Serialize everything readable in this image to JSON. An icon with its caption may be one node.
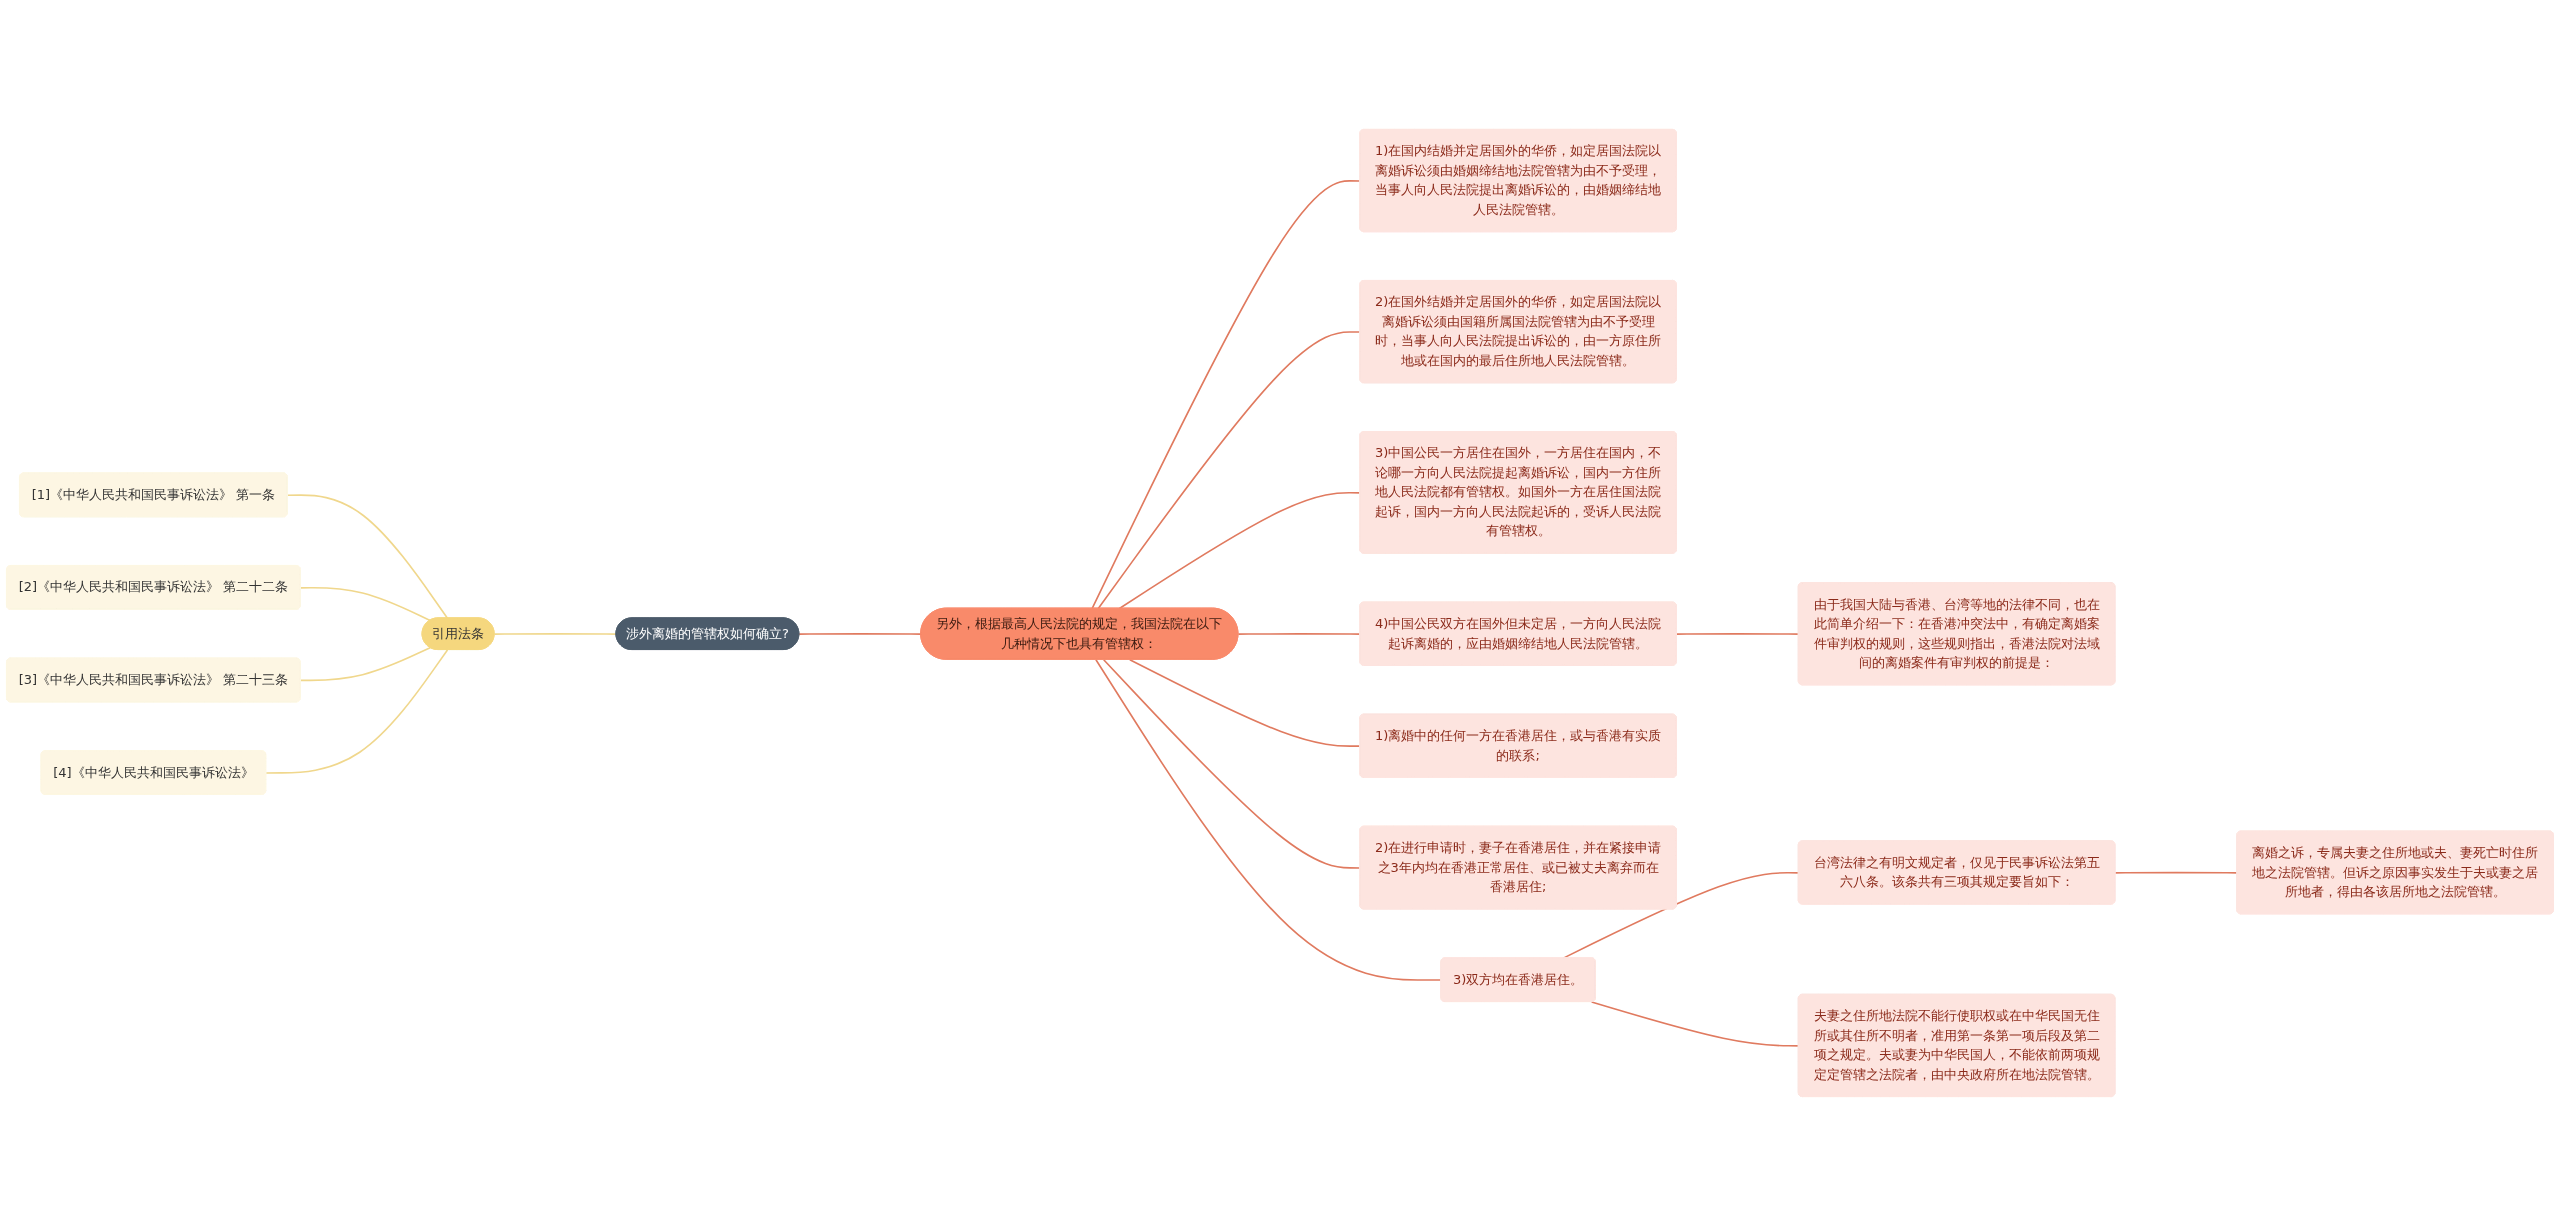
{
  "diagram": {
    "nodes": [
      {
        "text": [
          "涉外离婚的管辖权如何确立?"
        ]
      },
      {
        "text": [
          "引用法条"
        ]
      },
      {
        "text": [
          "[1]《中华人民共和国民事诉讼法》 第一条"
        ]
      },
      {
        "text": [
          "[2]《中华人民共和国民事诉讼法》 第二十二条"
        ]
      },
      {
        "text": [
          "[3]《中华人民共和国民事诉讼法》 第二十三条"
        ]
      },
      {
        "text": [
          "[4]《中华人民共和国民事诉讼法》"
        ]
      },
      {
        "text": [
          "另外，根据最高人民法院的规定，我国法院在以下几种情况下也具有管辖权："
        ]
      },
      {
        "text": [
          "1)在国内结婚并定居国外的华侨，如定居国法院以离婚诉讼须由婚姻缔结地法院管辖为由不予受理，当事人向人民法院提出离婚诉讼的，由婚姻缔结地人民法院管辖。"
        ]
      },
      {
        "text": [
          "2)在国外结婚并定居国外的华侨，如定居国法院以离婚诉讼须由国籍所属国法院管辖为由不予受理时，当事人向人民法院提出诉讼的，由一方原住所地或在国内的最后住所地人民法院管辖。"
        ]
      },
      {
        "text": [
          "3)中国公民一方居住在国外，一方居住在国内，不论哪一方向人民法院提起离婚诉讼，国内一方住所地人民法院都有管辖权。如国外一方在居住国法院起诉，国内一方向人民法院起诉的，受诉人民法院有管辖权。"
        ]
      },
      {
        "text": [
          "4)中国公民双方在国外但未定居，一方向人民法院起诉离婚的，应由婚姻缔结地人民法院管辖。"
        ]
      },
      {
        "text": [
          "由于我国大陆与香港、台湾等地的法律不同，也在此简单介绍一下：在香港冲突法中，有确定离婚案件审判权的规则，这些规则指出，香港法院对法域间的离婚案件有审判权的前提是："
        ]
      },
      {
        "text": [
          "1)离婚中的任何一方在香港居住，或与香港有实质的联系;"
        ]
      },
      {
        "text": [
          "2)在进行申请时，妻子在香港居住，并在紧接申请之3年内均在香港正常居住、或已被丈夫离弃而在香港居住;"
        ]
      },
      {
        "text": [
          "3)双方均在香港居住。"
        ]
      },
      {
        "text": [
          "台湾法律之有明文规定者，仅见于民事诉讼法第五六八条。该条共有三项其规定要旨如下："
        ]
      },
      {
        "text": [
          "离婚之诉，专属夫妻之住所地或夫、妻死亡时住所地之法院管辖。但诉之原因事实发生于夫或妻之居所地者，得由各该居所地之法院管辖。"
        ]
      },
      {
        "text": [
          "夫妻之住所地法院不能行使职权或在中华民国无住所或其住所不明者，准用第一条第一项后段及第二项之规定。夫或妻为中华民国人，不能依前两项规定定管辖之法院者，由中央政府所在地法院管辖。"
        ]
      }
    ],
    "edges": [
      {
        "from": 0,
        "to": 1,
        "arrow": "none",
        "color": "#f0d78c"
      },
      {
        "from": 1,
        "to": 2,
        "arrow": "none",
        "color": "#f0d78c"
      },
      {
        "from": 1,
        "to": 3,
        "arrow": "none",
        "color": "#f0d78c"
      },
      {
        "from": 1,
        "to": 4,
        "arrow": "none",
        "color": "#f0d78c"
      },
      {
        "from": 1,
        "to": 5,
        "arrow": "none",
        "color": "#f0d78c"
      },
      {
        "from": 0,
        "to": 6,
        "arrow": "none"
      },
      {
        "from": 6,
        "to": 7,
        "arrow": "none"
      },
      {
        "from": 6,
        "to": 8,
        "arrow": "none"
      },
      {
        "from": 6,
        "to": 9,
        "arrow": "none"
      },
      {
        "from": 6,
        "to": 10,
        "arrow": "none"
      },
      {
        "from": 10,
        "to": 11,
        "arrow": "none"
      },
      {
        "from": 6,
        "to": 12,
        "arrow": "none"
      },
      {
        "from": 6,
        "to": 13,
        "arrow": "none"
      },
      {
        "from": 6,
        "to": 14,
        "arrow": "none"
      },
      {
        "from": 14,
        "to": 15,
        "arrow": "none"
      },
      {
        "from": 15,
        "to": 16,
        "arrow": "none"
      },
      {
        "from": 14,
        "to": 17,
        "arrow": "none"
      }
    ]
  }
}
